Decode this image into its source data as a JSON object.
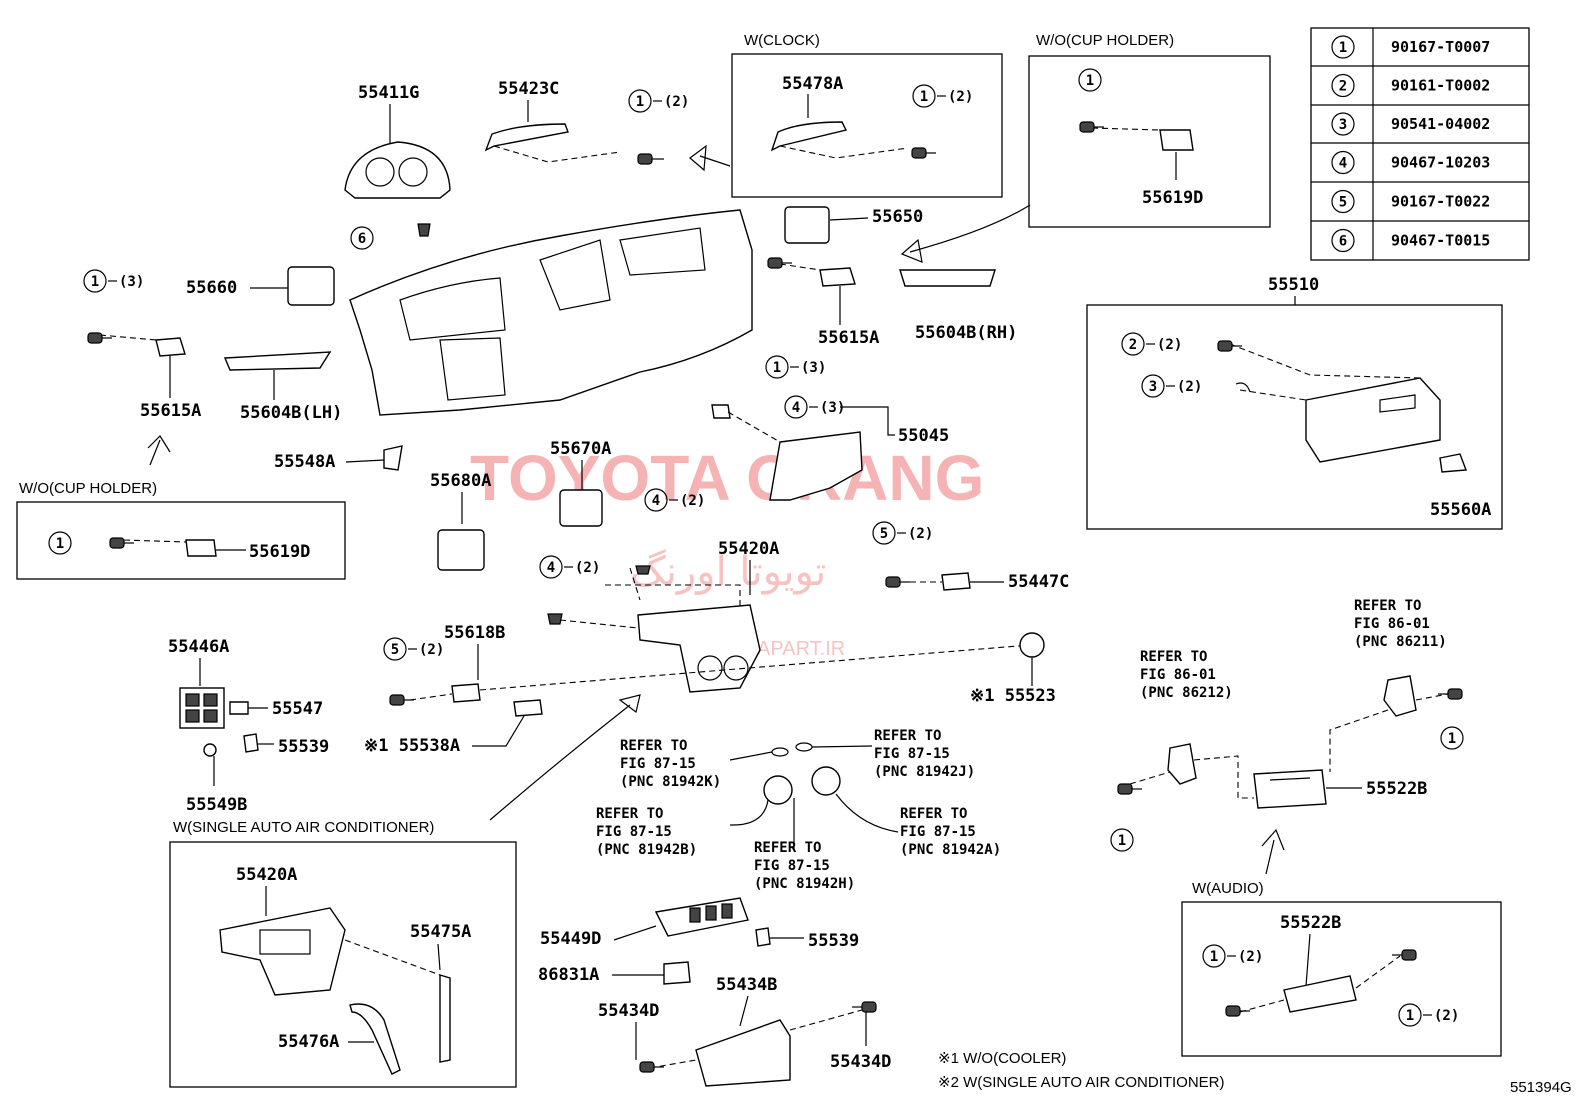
{
  "diagram_id": "551394G",
  "watermark": {
    "brand": "TOYOTA ORANG",
    "persian": "تویوتا اورنگ",
    "site": "TOYOTAPART.IR"
  },
  "part_table": [
    {
      "key": "1",
      "part": "90167-T0007"
    },
    {
      "key": "2",
      "part": "90161-T0002"
    },
    {
      "key": "3",
      "part": "90541-04002"
    },
    {
      "key": "4",
      "part": "90467-10203"
    },
    {
      "key": "5",
      "part": "90167-T0022"
    },
    {
      "key": "6",
      "part": "90467-T0015"
    }
  ],
  "conditions": {
    "w_clock": "W(CLOCK)",
    "wo_cup_top": "W/O(CUP HOLDER)",
    "wo_cup_left": "W/O(CUP HOLDER)",
    "single_ac": "W(SINGLE AUTO AIR CONDITIONER)",
    "audio": "W(AUDIO)"
  },
  "labels": {
    "p55411G": "55411G",
    "p55423C": "55423C",
    "p55478A": "55478A",
    "p55619D_top": "55619D",
    "p55650": "55650",
    "p55660": "55660",
    "p55615A_left": "55615A",
    "p55604B_LH": "55604B(LH)",
    "p55615A_mid": "55615A",
    "p55604B_RH": "55604B(RH)",
    "p55548A": "55548A",
    "p55619D_left": "55619D",
    "p55510": "55510",
    "p55560A": "55560A",
    "p55045": "55045",
    "p55670A": "55670A",
    "p55680A": "55680A",
    "p55420A": "55420A",
    "p55447C": "55447C",
    "p55618B": "55618B",
    "p55446A": "55446A",
    "p55547": "55547",
    "p55539_left": "55539",
    "p55549B": "55549B",
    "p55538A": "※1 55538A",
    "p55523": "※1 55523",
    "p55420A_inset": "55420A",
    "p55475A": "55475A",
    "p55476A": "55476A",
    "p55449D": "55449D",
    "p55539_mid": "55539",
    "p86831A": "86831A",
    "p55434B": "55434B",
    "p55434D_left": "55434D",
    "p55434D_right": "55434D",
    "p55522B": "55522B",
    "p55522B_inset": "55522B"
  },
  "callouts": {
    "c1_2_top": "(2)",
    "c1_2_clock": "(2)",
    "c1_3_left": "(3)",
    "c1_3_mid": "(3)",
    "c2_2": "(2)",
    "c3_2": "(2)",
    "c4_3": "(3)",
    "c4_2_a": "(2)",
    "c4_2_b": "(2)",
    "c5_2_a": "(2)",
    "c5_2_b": "(2)",
    "c1_2_audio_a": "(2)",
    "c1_2_audio_b": "(2)"
  },
  "refer": {
    "r86212": [
      "REFER TO",
      "FIG 86-01",
      "(PNC 86212)"
    ],
    "r86211": [
      "REFER TO",
      "FIG 86-01",
      "(PNC 86211)"
    ],
    "r81942K": [
      "REFER TO",
      "FIG 87-15",
      "(PNC 81942K)"
    ],
    "r81942J": [
      "REFER TO",
      "FIG 87-15",
      "(PNC 81942J)"
    ],
    "r81942B": [
      "REFER TO",
      "FIG 87-15",
      "(PNC 81942B)"
    ],
    "r81942H": [
      "REFER TO",
      "FIG 87-15",
      "(PNC 81942H)"
    ],
    "r81942A": [
      "REFER TO",
      "FIG 87-15",
      "(PNC 81942A)"
    ]
  },
  "notes": {
    "n1": "※1 W/O(COOLER)",
    "n2": "※2 W(SINGLE AUTO AIR CONDITIONER)"
  }
}
